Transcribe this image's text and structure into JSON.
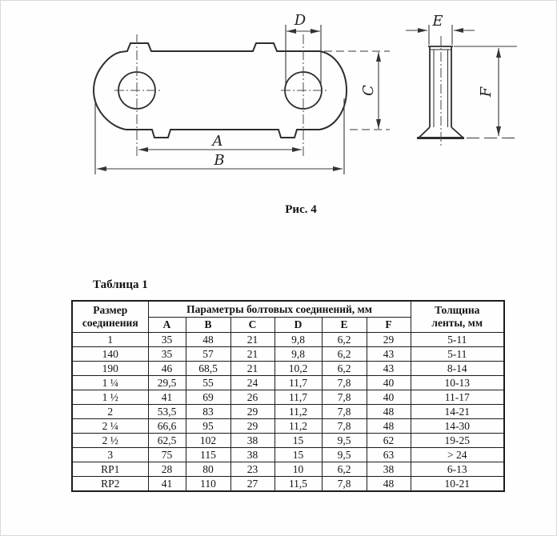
{
  "figure": {
    "caption": "Рис. 4",
    "labels": {
      "a": "A",
      "b": "B",
      "c": "C",
      "d": "D",
      "e": "E",
      "f": "F"
    }
  },
  "table": {
    "title": "Таблица 1",
    "header": {
      "size_line1": "Размер",
      "size_line2": "соединения",
      "params": "Параметры болтовых соединений, мм",
      "letters": [
        "A",
        "B",
        "C",
        "D",
        "E",
        "F"
      ],
      "thickness_line1": "Толщина",
      "thickness_line2": "ленты, мм"
    },
    "rows": [
      [
        "1",
        "35",
        "48",
        "21",
        "9,8",
        "6,2",
        "29",
        "5-11"
      ],
      [
        "140",
        "35",
        "57",
        "21",
        "9,8",
        "6,2",
        "43",
        "5-11"
      ],
      [
        "190",
        "46",
        "68,5",
        "21",
        "10,2",
        "6,2",
        "43",
        "8-14"
      ],
      [
        "1 ¼",
        "29,5",
        "55",
        "24",
        "11,7",
        "7,8",
        "40",
        "10-13"
      ],
      [
        "1 ½",
        "41",
        "69",
        "26",
        "11,7",
        "7,8",
        "40",
        "11-17"
      ],
      [
        "2",
        "53,5",
        "83",
        "29",
        "11,2",
        "7,8",
        "48",
        "14-21"
      ],
      [
        "2 ¼",
        "66,6",
        "95",
        "29",
        "11,2",
        "7,8",
        "48",
        "14-30"
      ],
      [
        "2 ½",
        "62,5",
        "102",
        "38",
        "15",
        "9,5",
        "62",
        "19-25"
      ],
      [
        "3",
        "75",
        "115",
        "38",
        "15",
        "9,5",
        "63",
        "> 24"
      ],
      [
        "RP1",
        "28",
        "80",
        "23",
        "10",
        "6,2",
        "38",
        "6-13"
      ],
      [
        "RP2",
        "41",
        "110",
        "27",
        "11,5",
        "7,8",
        "48",
        "10-21"
      ]
    ]
  }
}
